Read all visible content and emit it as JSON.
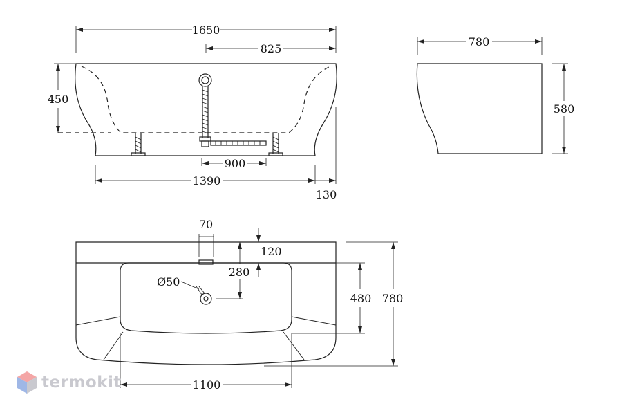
{
  "dimensions": {
    "total_length": "1650",
    "half_length": "825",
    "depth_front": "450",
    "drain_spacing": "900",
    "base_length": "1390",
    "offset": "130",
    "side_width": "780",
    "side_height": "580",
    "overflow_width": "70",
    "overflow_offset": "120",
    "drain_offset": "280",
    "inner_width": "480",
    "total_width": "780",
    "drain_diameter": "Ø50",
    "bottom_width": "1100"
  },
  "brand": {
    "name": "termokit",
    "colors": {
      "top": "#f4a6a6",
      "left": "#9fb7e6",
      "right": "#c9c9cf"
    },
    "icon": "hexagon-cube-icon"
  }
}
